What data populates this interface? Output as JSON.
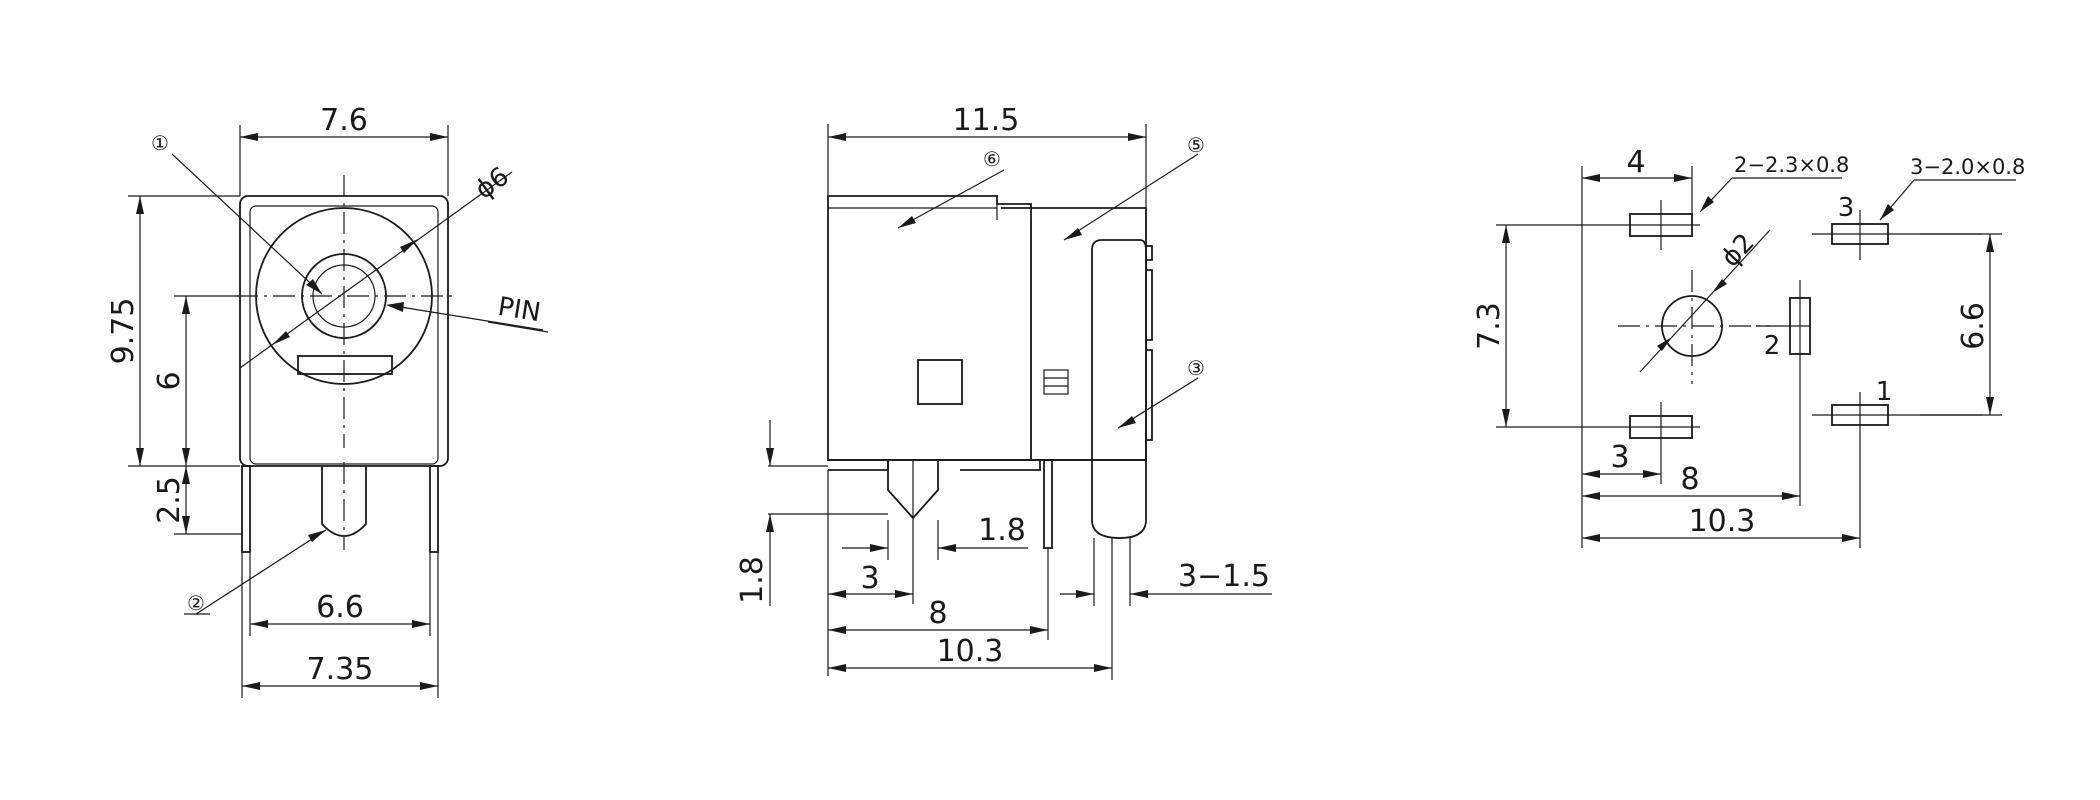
{
  "views": {
    "front": {
      "width_top": "7.6",
      "height_total": "9.75",
      "height_center": "6",
      "pin_length": "2.5",
      "pin_span_inner": "6.6",
      "pin_span_outer": "7.35",
      "hole_dia": "ϕ6",
      "pin_label": "PIN",
      "callout_1": "①",
      "callout_2": "②"
    },
    "side": {
      "width_top": "11.5",
      "dim_1_8_h": "1.8",
      "dim_1_8_v": "1.8",
      "dim_3": "3",
      "dim_8": "8",
      "dim_10_3": "10.3",
      "dim_3_1_5": "3−1.5",
      "callout_3": "③",
      "callout_5": "⑤",
      "callout_6": "⑥"
    },
    "footprint": {
      "dim_4": "4",
      "slot_note_1": "2−2.3×0.8",
      "slot_note_2": "3−2.0×0.8",
      "hole_dia": "ϕ2",
      "dim_7_3": "7.3",
      "dim_6_6": "6.6",
      "dim_3": "3",
      "dim_8": "8",
      "dim_10_3": "10.3",
      "pad_1": "1",
      "pad_2": "2",
      "pad_3": "3"
    }
  }
}
